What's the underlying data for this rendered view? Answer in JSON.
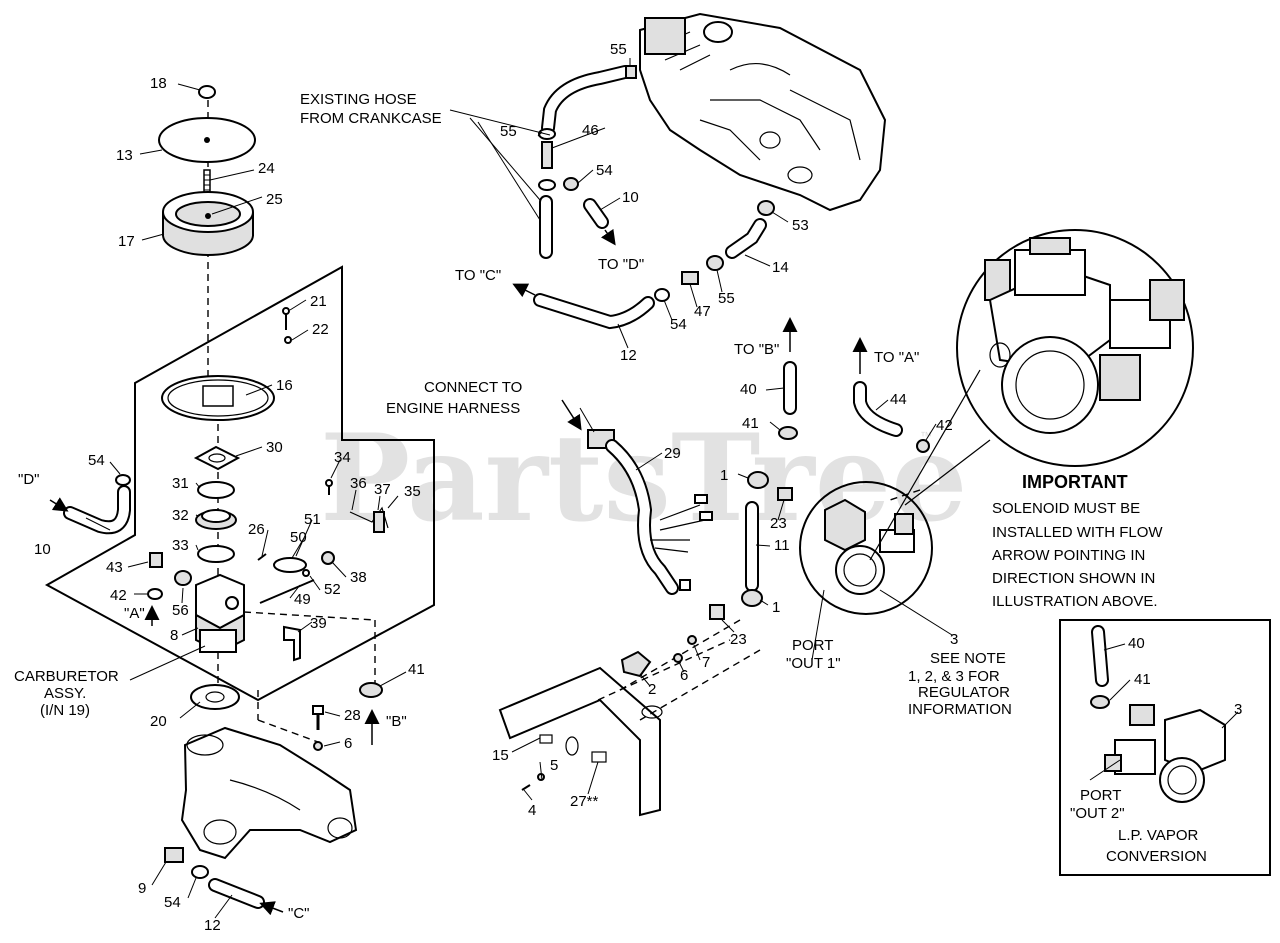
{
  "watermark": {
    "text": "PartsTree",
    "trademark": "™"
  },
  "labels": {
    "existing_hose_line1": "EXISTING HOSE",
    "existing_hose_line2": "FROM CRANKCASE",
    "to_c_top": "TO \"C\"",
    "to_d": "TO \"D\"",
    "to_b": "TO \"B\"",
    "to_a": "TO \"A\"",
    "connect_line1": "CONNECT TO",
    "connect_line2": "ENGINE HARNESS",
    "d_marker": "\"D\"",
    "a_marker": "\"A\"",
    "b_marker": "\"B\"",
    "c_marker": "\"C\"",
    "carb_line1": "CARBURETOR",
    "carb_line2": "ASSY.",
    "carb_line3": "(I/N 19)",
    "port_out1_line1": "PORT",
    "port_out1_line2": "\"OUT 1\"",
    "see_note_line1": "SEE NOTE",
    "see_note_line2": "1, 2, & 3 FOR",
    "see_note_line3": "REGULATOR",
    "see_note_line4": "INFORMATION",
    "port_out2_line1": "PORT",
    "port_out2_line2": "\"OUT 2\"",
    "lp_line1": "L.P. VAPOR",
    "lp_line2": "CONVERSION"
  },
  "important": {
    "title": "IMPORTANT",
    "lines": [
      "SOLENOID MUST BE",
      "INSTALLED WITH FLOW",
      "ARROW POINTING IN",
      "DIRECTION SHOWN IN",
      "ILLUSTRATION ABOVE."
    ]
  },
  "callouts": {
    "c18": "18",
    "c13": "13",
    "c24": "24",
    "c25": "25",
    "c17": "17",
    "c21": "21",
    "c22": "22",
    "c16": "16",
    "c30": "30",
    "c31": "31",
    "c32": "32",
    "c33": "33",
    "c54a": "54",
    "c10a": "10",
    "c43": "43",
    "c42a": "42",
    "c56": "56",
    "c8": "8",
    "c26": "26",
    "c34": "34",
    "c36": "36",
    "c37": "37",
    "c35": "35",
    "c51": "51",
    "c50": "50",
    "c38": "38",
    "c52": "52",
    "c49": "49",
    "c39": "39",
    "c41a": "41",
    "c28": "28",
    "c6a": "6",
    "c20": "20",
    "c9": "9",
    "c54b": "54",
    "c12a": "12",
    "c55a": "55",
    "c55b": "55",
    "c46": "46",
    "c54c": "54",
    "c10b": "10",
    "c53": "53",
    "c14": "14",
    "c55c": "55",
    "c47": "47",
    "c54d": "54",
    "c12b": "12",
    "c40a": "40",
    "c41b": "41",
    "c44": "44",
    "c42b": "42",
    "c29": "29",
    "c1a": "1",
    "c23a": "23",
    "c11": "11",
    "c1b": "1",
    "c23b": "23",
    "c3a": "3",
    "c7": "7",
    "c6b": "6",
    "c2": "2",
    "c15": "15",
    "c5": "5",
    "c4": "4",
    "c27": "27**",
    "c40b": "40",
    "c41c": "41",
    "c3b": "3"
  }
}
